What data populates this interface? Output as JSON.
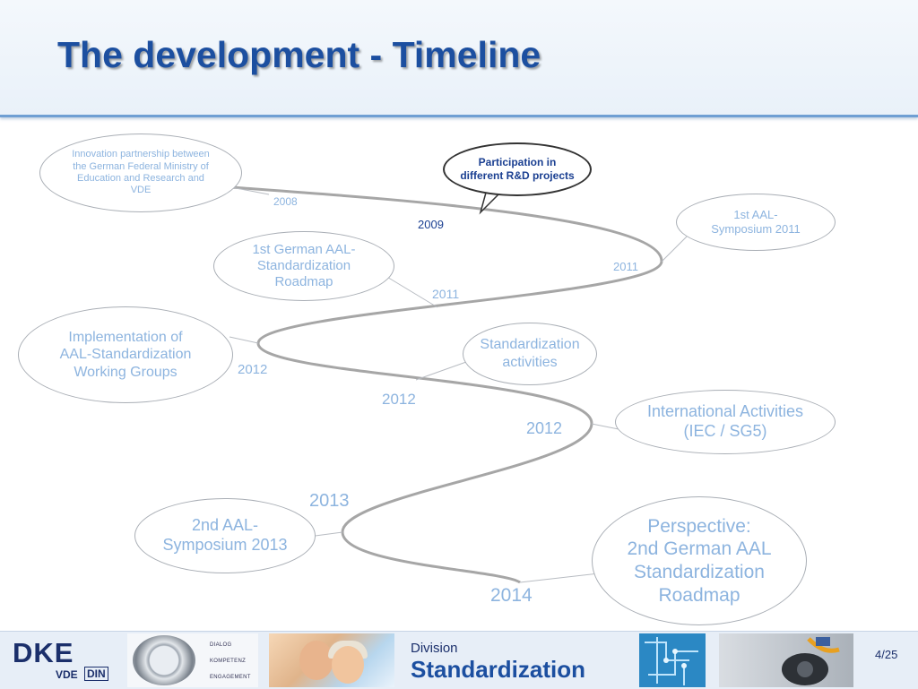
{
  "slide": {
    "title": "The development - Timeline"
  },
  "timeline": {
    "bubbles": [
      {
        "id": "innovation-partnership",
        "lines": [
          "Innovation partnership between",
          "the German Federal Ministry of",
          "Education and Research and",
          "VDE"
        ]
      },
      {
        "id": "participation-rd",
        "lines": [
          "Participation in",
          "different R&D projects"
        ]
      },
      {
        "id": "first-aal-symposium",
        "lines": [
          "1st AAL-",
          "Symposium 2011"
        ]
      },
      {
        "id": "first-roadmap",
        "lines": [
          "1st German AAL-",
          "Standardization",
          "Roadmap"
        ]
      },
      {
        "id": "working-groups",
        "lines": [
          "Implementation of",
          "AAL-Standardization",
          "Working Groups"
        ]
      },
      {
        "id": "standardization-activities",
        "lines": [
          "Standardization",
          "activities"
        ]
      },
      {
        "id": "international-activities",
        "lines": [
          "International Activities",
          "(IEC / SG5)"
        ]
      },
      {
        "id": "second-aal-symposium",
        "lines": [
          "2nd AAL-",
          "Symposium 2013"
        ]
      },
      {
        "id": "perspective",
        "lines": [
          "Perspective:",
          "2nd German AAL",
          "Standardization",
          "Roadmap"
        ]
      }
    ],
    "years": [
      {
        "id": "y2008",
        "label": "2008"
      },
      {
        "id": "y2009",
        "label": "2009"
      },
      {
        "id": "y2011a",
        "label": "2011"
      },
      {
        "id": "y2011b",
        "label": "2011"
      },
      {
        "id": "y2012a",
        "label": "2012"
      },
      {
        "id": "y2012b",
        "label": "2012"
      },
      {
        "id": "y2012c",
        "label": "2012"
      },
      {
        "id": "y2013",
        "label": "2013"
      },
      {
        "id": "y2014",
        "label": "2014"
      }
    ]
  },
  "footer": {
    "logo_main": "DKE",
    "logo_vde": "VDE",
    "logo_din": "DIN",
    "compass_words": [
      "DIALOG",
      "KOMPETENZ",
      "ENGAGEMENT"
    ],
    "division_label": "Division",
    "division_name": "Standardization",
    "page_number": "4/25"
  },
  "colors": {
    "title": "#1c4fa0",
    "light_text": "#8db4df",
    "dark_text": "#1a3f91",
    "timeline": "#a6a6a6"
  }
}
